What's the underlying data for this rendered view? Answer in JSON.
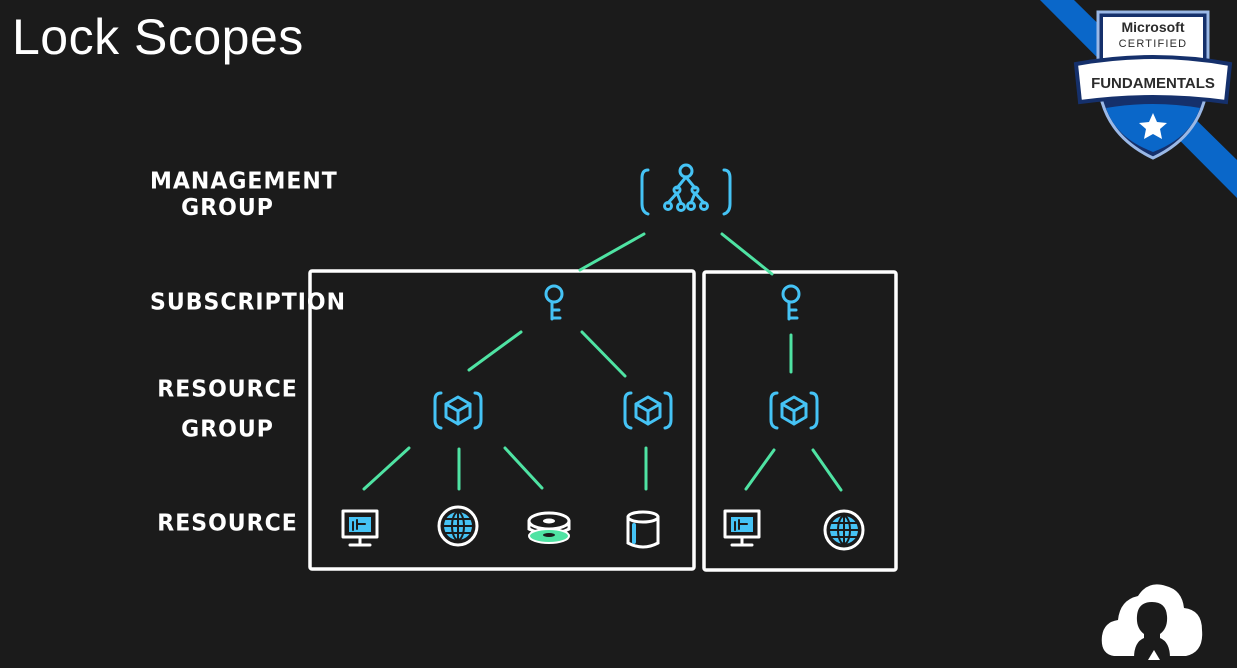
{
  "title": "Lock Scopes",
  "levels": {
    "management_group": [
      "MANAGEMENT",
      "GROUP"
    ],
    "subscription": "SUBSCRIPTION",
    "resource_group": [
      "RESOURCE",
      "GROUP"
    ],
    "resource": "RESOURCE"
  },
  "badge": {
    "brand": "Microsoft",
    "certified": "CERTIFIED",
    "level": "FUNDAMENTALS"
  },
  "colors": {
    "background": "#1b1b1b",
    "connector": "#4fe3a3",
    "icon": "#45c3f5",
    "box": "#ffffff",
    "badge_blue": "#0a67c9"
  },
  "icons": {
    "management_group": "management-group-icon",
    "subscription": "subscription-key-icon",
    "resource_group": "resource-group-icon",
    "resources": [
      "virtual-machine-icon",
      "web-globe-icon",
      "disk-storage-icon",
      "database-cylinder-icon",
      "virtual-machine-icon",
      "web-globe-icon"
    ]
  }
}
